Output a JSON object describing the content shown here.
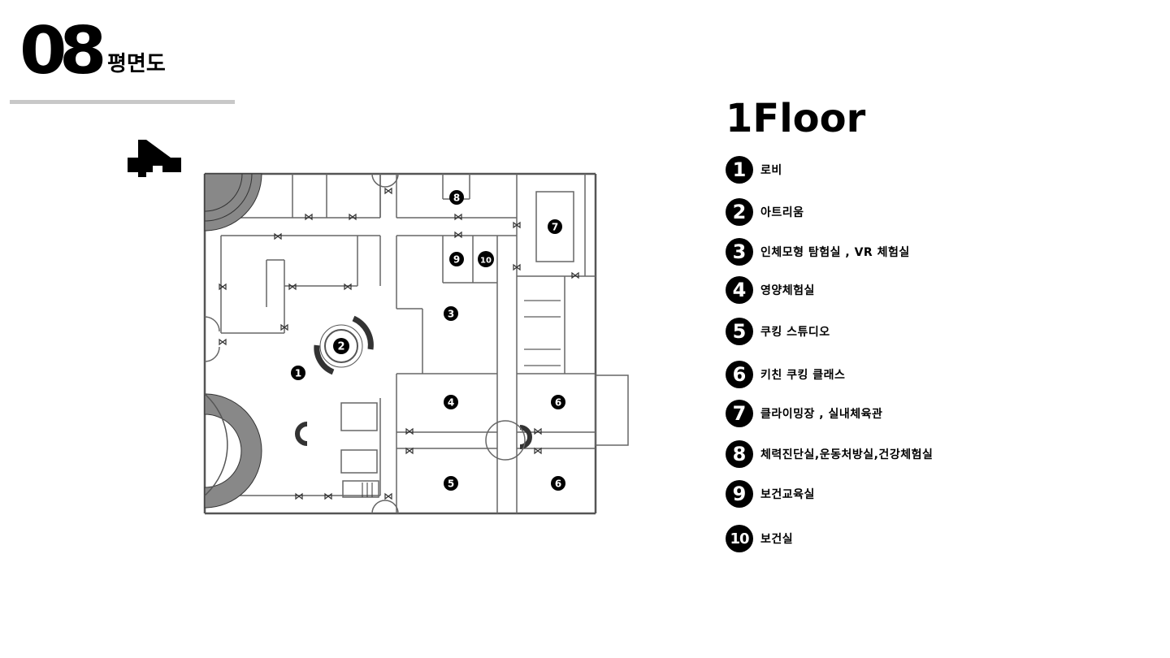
{
  "header": {
    "number": "08",
    "title": "평면도"
  },
  "plan_labels": [
    "1",
    "2",
    "3",
    "4",
    "5",
    "6",
    "7",
    "8",
    "9",
    "10"
  ],
  "legend": {
    "floor": "1Floor",
    "items": [
      {
        "num": "1",
        "label": "로비"
      },
      {
        "num": "2",
        "label": "아트리움"
      },
      {
        "num": "3",
        "label": "인체모형 탐험실 , VR 체험실"
      },
      {
        "num": "4",
        "label": "영양체험실"
      },
      {
        "num": "5",
        "label": "쿠킹 스튜디오"
      },
      {
        "num": "6",
        "label": "키친 쿠킹 클래스"
      },
      {
        "num": "7",
        "label": "클라이밍장 , 실내체육관"
      },
      {
        "num": "8",
        "label": "체력진단실,운동처방실,건강체험실"
      },
      {
        "num": "9",
        "label": "보건교육실"
      },
      {
        "num": "10",
        "label": "보건실"
      }
    ]
  },
  "colors": {
    "accent": "#000000",
    "rule": "#c8c8c8",
    "wall": "#555555"
  },
  "icons": {
    "compass": "north-arrow-icon",
    "door": "door-swing-icon",
    "stairs": "stair-icon"
  }
}
